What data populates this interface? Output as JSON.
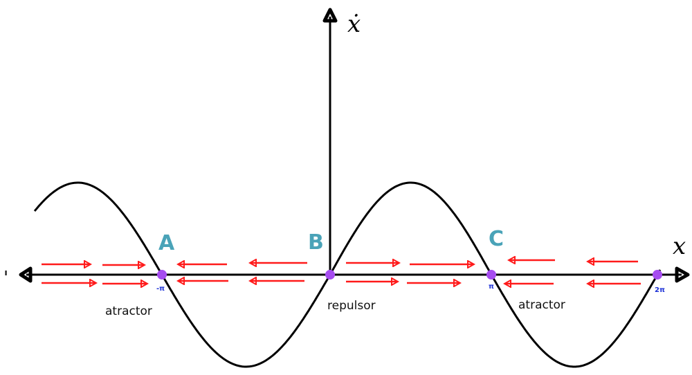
{
  "colors": {
    "axis": "#000000",
    "curve": "#000000",
    "arrow": "#ff1a1a",
    "point": "#a64cf0",
    "point_label": "#4aa3b8",
    "tick_label": "#1a2fd6"
  },
  "axes": {
    "x_label": "x",
    "y_label": "ẋ"
  },
  "points": [
    {
      "id": "A",
      "label": "A",
      "tick": "-π",
      "type": "atractor"
    },
    {
      "id": "B",
      "label": "B",
      "tick": "",
      "type": "repulsor"
    },
    {
      "id": "C",
      "label": "C",
      "tick": "π",
      "type": "atractor"
    },
    {
      "id": "D",
      "label": "",
      "tick": "2π",
      "type": ""
    }
  ],
  "annotations": {
    "left_mark": "'"
  }
}
